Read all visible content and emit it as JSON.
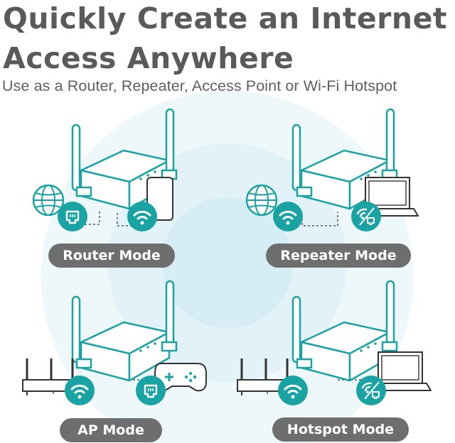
{
  "header": {
    "title_line1": "Quickly Create an Internet",
    "title_line2": "Access Anywhere",
    "subtitle": "Use as a Router, Repeater, Access Point or Wi-Fi Hotspot"
  },
  "modes": [
    {
      "label": "Router Mode"
    },
    {
      "label": "Repeater Mode"
    },
    {
      "label": "AP Mode"
    },
    {
      "label": "Hotspot Mode"
    }
  ],
  "colors": {
    "teal": "#1aa3a3",
    "halo": "#e3f3f9",
    "pill": "#6e6e6e",
    "text": "#5a5a5a"
  }
}
